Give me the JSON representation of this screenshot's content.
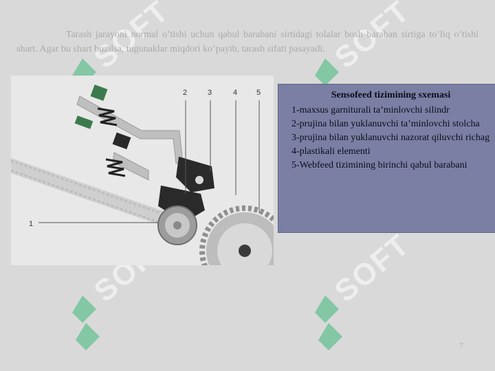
{
  "intro_text": "Tarash jarayoni normal o’tishi uchun qabul barabani sirtidagi tolalar bosh baraban sirtiga to’liq o’tishi shart. Agar bu shart buzilsa, tugunaklar miqdori ko’payib, tarash sifati pasayadi.",
  "figure": {
    "part_numbers": [
      "1",
      "2",
      "3",
      "4",
      "5"
    ]
  },
  "legend": {
    "title": "Sensofeed tizimining sxemasi",
    "items": [
      "1-maxsus garniturali ta’minlovchi silindr",
      "2-prujina bilan yuklanuvchi ta’minlovchi stolcha",
      "3-prujina bilan yuklanuvchi nazorat qiluvchi richag",
      "4-plastikali elementi",
      "5-Webfeed tizimining birinchi qabul barabani"
    ]
  },
  "page_number": "7",
  "watermark": {
    "text": "SOFT",
    "color": "#ffffff",
    "logo_color": "#3cb878",
    "icon": "sf-logo-icon"
  },
  "colors": {
    "legend_bg": "#7b7fa4",
    "green_parts": "#3c7a4e",
    "dark_parts": "#2a2a2a"
  }
}
